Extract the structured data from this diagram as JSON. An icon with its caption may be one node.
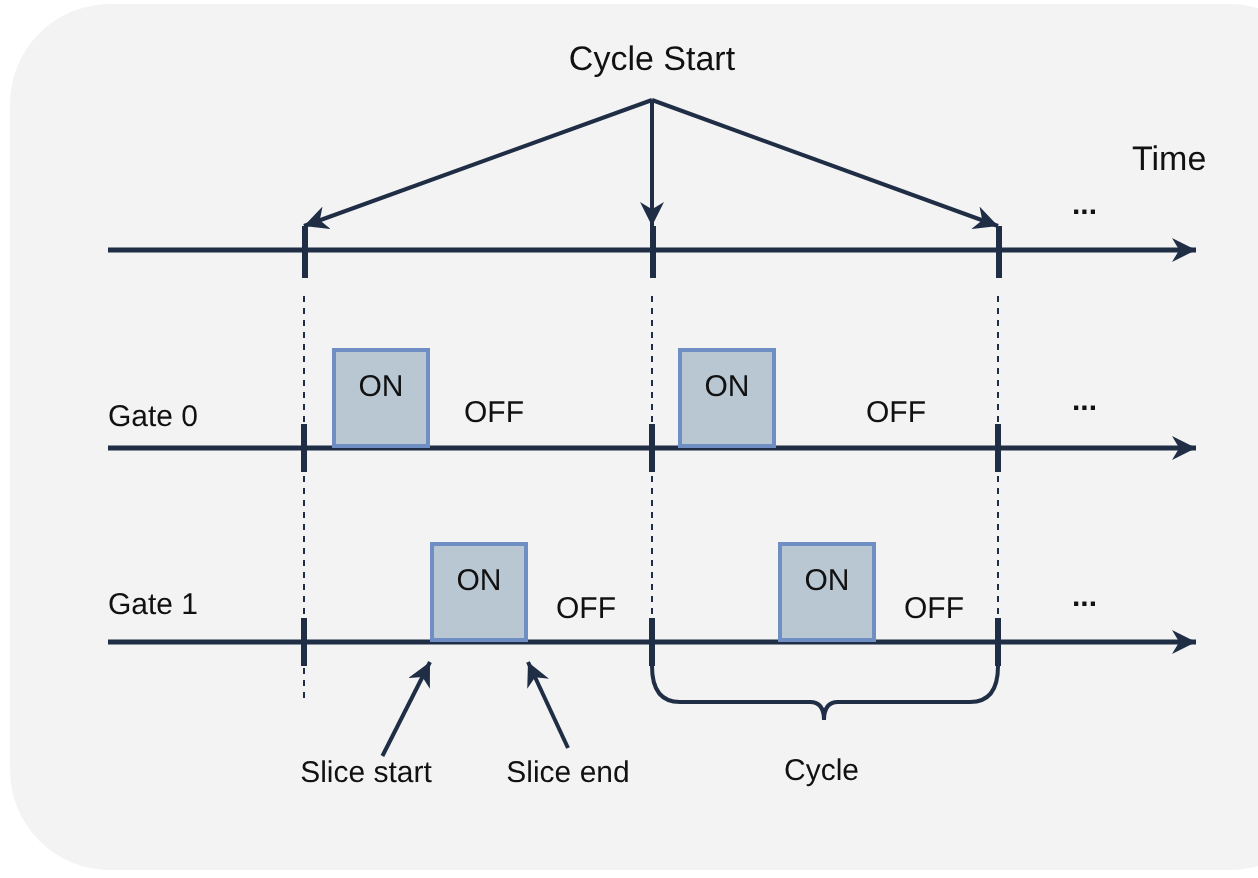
{
  "diagram": {
    "nodes": [
      {
        "text": [
          "Cycle Start"
        ]
      },
      {
        "text": [],
        "shape": "bar"
      },
      {
        "text": [],
        "shape": "bar"
      },
      {
        "text": [],
        "shape": "bar"
      },
      {
        "text": [
          "ON"
        ]
      },
      {
        "text": [
          "ON"
        ]
      },
      {
        "text": [
          "ON"
        ]
      },
      {
        "text": [
          "ON"
        ]
      },
      {
        "text": [
          "Slice start"
        ]
      },
      {
        "text": [
          "Slice end"
        ]
      }
    ],
    "edges": [
      {
        "from": 0,
        "to": 1,
        "arrow": "to"
      },
      {
        "from": 0,
        "to": 2,
        "arrow": "to"
      },
      {
        "from": 0,
        "to": 3,
        "arrow": "to"
      },
      {
        "from": 8,
        "to": 6,
        "arrow": "to"
      },
      {
        "from": 9,
        "to": 6,
        "arrow": "to"
      }
    ],
    "labels": [
      "Time",
      "...",
      "Gate 0",
      "OFF",
      "OFF",
      "...",
      "Gate 1",
      "OFF",
      "OFF",
      "...",
      "Cycle"
    ]
  }
}
